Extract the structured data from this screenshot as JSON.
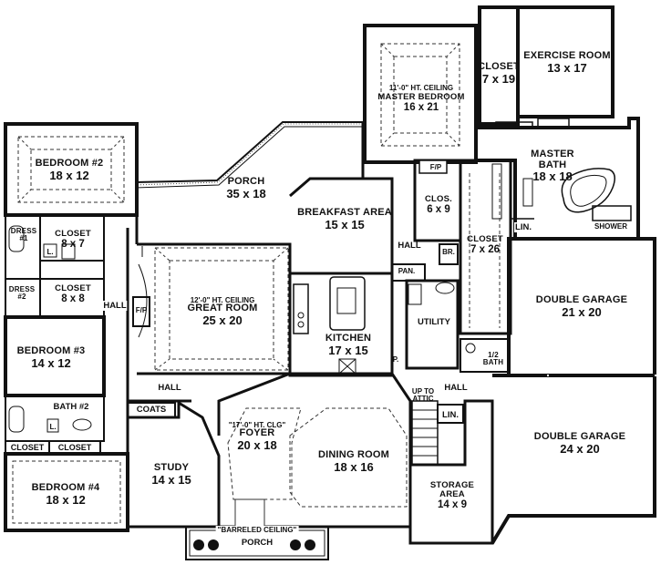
{
  "rooms": {
    "exercise_room": {
      "name": "EXERCISE ROOM",
      "dims": "13 x 17"
    },
    "closet_top": {
      "name": "CLOSET",
      "dims": "7 x 19"
    },
    "master_bedroom": {
      "name": "MASTER BEDROOM",
      "dims": "16 x 21",
      "ceiling": "11'-0\" HT. CEILING"
    },
    "master_bath": {
      "name_line1": "MASTER",
      "name_line2": "BATH",
      "dims": "18 x 18"
    },
    "bedroom2": {
      "name": "BEDROOM #2",
      "dims": "18 x 12"
    },
    "porch_rear": {
      "name": "PORCH",
      "dims": "35 x 18"
    },
    "breakfast": {
      "name": "BREAKFAST AREA",
      "dims": "15 x 15"
    },
    "clos": {
      "name": "CLOS.",
      "dims": "6 x 9"
    },
    "closet_mid": {
      "name": "CLOSET",
      "dims": "7 x 26"
    },
    "dress1": {
      "line1": "DRESS",
      "line2": "#1"
    },
    "closet_8x7": {
      "name": "CLOSET",
      "dims": "8 x 7"
    },
    "dress2": {
      "line1": "DRESS",
      "line2": "#2"
    },
    "closet_8x8": {
      "name": "CLOSET",
      "dims": "8 x 8"
    },
    "great_room": {
      "name": "GREAT ROOM",
      "dims": "25 x 20",
      "ceiling": "12'-0\" HT. CEILING"
    },
    "kitchen": {
      "name": "KITCHEN",
      "dims": "17 x 15"
    },
    "double_garage_1": {
      "name": "DOUBLE GARAGE",
      "dims": "21 x 20"
    },
    "bedroom3": {
      "name": "BEDROOM #3",
      "dims": "14 x 12"
    },
    "half_bath": {
      "line1": "1/2",
      "line2": "BATH"
    },
    "bath2": {
      "name": "BATH #2"
    },
    "foyer": {
      "name": "FOYER",
      "dims": "20 x 18",
      "ceiling": "\"17'-0\" HT. CLG\""
    },
    "study": {
      "name": "STUDY",
      "dims": "14 x 15"
    },
    "dining": {
      "name": "DINING ROOM",
      "dims": "18 x 16"
    },
    "storage": {
      "name_line1": "STORAGE",
      "name_line2": "AREA",
      "dims": "14 x 9"
    },
    "double_garage_2": {
      "name": "DOUBLE GARAGE",
      "dims": "24 x 20"
    },
    "bedroom4": {
      "name": "BEDROOM #4",
      "dims": "18 x 12"
    },
    "porch_front": {
      "name": "PORCH",
      "ceiling": "\"BARRELED CEILING\""
    }
  },
  "tags": {
    "hall_left": "HALL",
    "hall_center": "HALL",
    "hall_kitchen": "HALL",
    "hall_garage": "HALL",
    "shower": "SHOWER",
    "lin_bath": "LIN.",
    "lin_stair": "LIN.",
    "fp_master": "F/P",
    "fp_great": "F/P",
    "pan": "PAN.",
    "br": "BR.",
    "utility": "UTILITY",
    "coats": "COATS",
    "up_to_attic_1": "UP TO",
    "up_to_attic_2": "ATTIC",
    "closet_left_a": "CLOSET",
    "closet_left_b": "CLOSET",
    "l1": "L.",
    "l2": "L.",
    "p": "P."
  }
}
